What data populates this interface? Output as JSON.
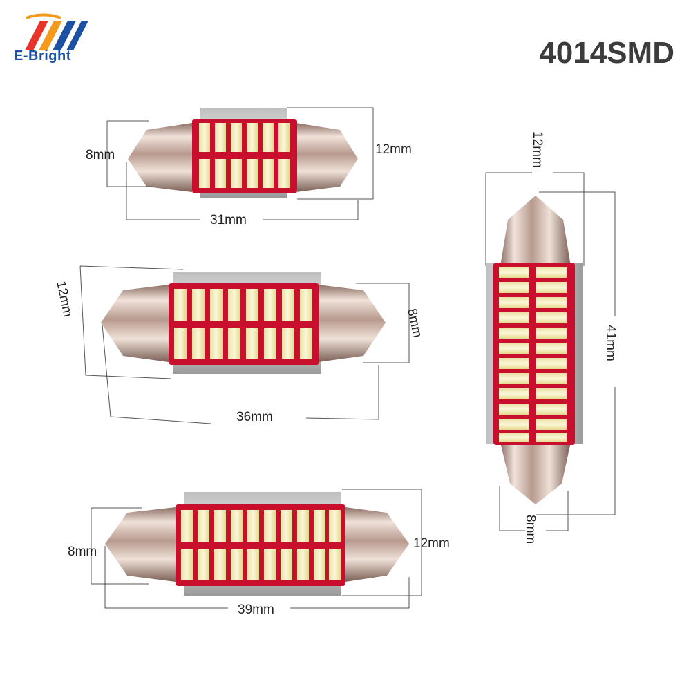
{
  "brand": {
    "name": "E-Bright",
    "colors": {
      "red": "#e8332a",
      "orange": "#f39a1c",
      "blue": "#1d4fa3"
    }
  },
  "title": "4014SMD",
  "bulbs": [
    {
      "label": "31mm bulb",
      "length": "31mm",
      "height": "12mm",
      "cap": "8mm"
    },
    {
      "label": "36mm bulb",
      "length": "36mm",
      "height": "12mm",
      "cap": "8mm"
    },
    {
      "label": "39mm bulb",
      "length": "39mm",
      "height": "12mm",
      "cap": "8mm"
    },
    {
      "label": "41mm bulb",
      "length": "41mm",
      "height": "12mm",
      "cap": "8mm"
    }
  ]
}
